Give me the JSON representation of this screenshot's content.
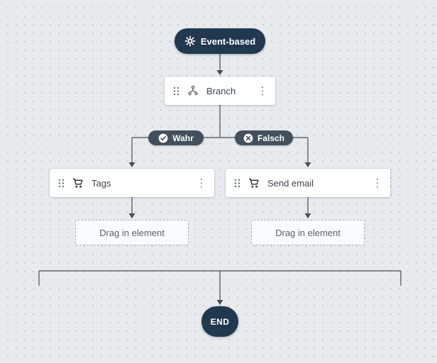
{
  "nodes": {
    "start": {
      "label": "Event-based",
      "icon": "gear-icon"
    },
    "branch": {
      "label": "Branch",
      "icon": "branch-icon"
    },
    "true_badge": {
      "label": "Wahr",
      "icon": "check-circle-icon"
    },
    "false_badge": {
      "label": "Falsch",
      "icon": "x-circle-icon"
    },
    "tags": {
      "label": "Tags",
      "icon": "cart-icon"
    },
    "send_email": {
      "label": "Send email",
      "icon": "cart-icon"
    },
    "placeholder_left": {
      "label": "Drag in element"
    },
    "placeholder_right": {
      "label": "Drag in element"
    },
    "end": {
      "label": "END"
    }
  },
  "colors": {
    "node_dark": "#21384e",
    "badge_slate": "#43505c",
    "connector": "#474e55",
    "canvas_bg": "#e8ebee",
    "canvas_dot": "#c5cbd1",
    "card_bg": "#ffffff",
    "card_text": "#3a4550",
    "placeholder_text": "#57626d"
  }
}
